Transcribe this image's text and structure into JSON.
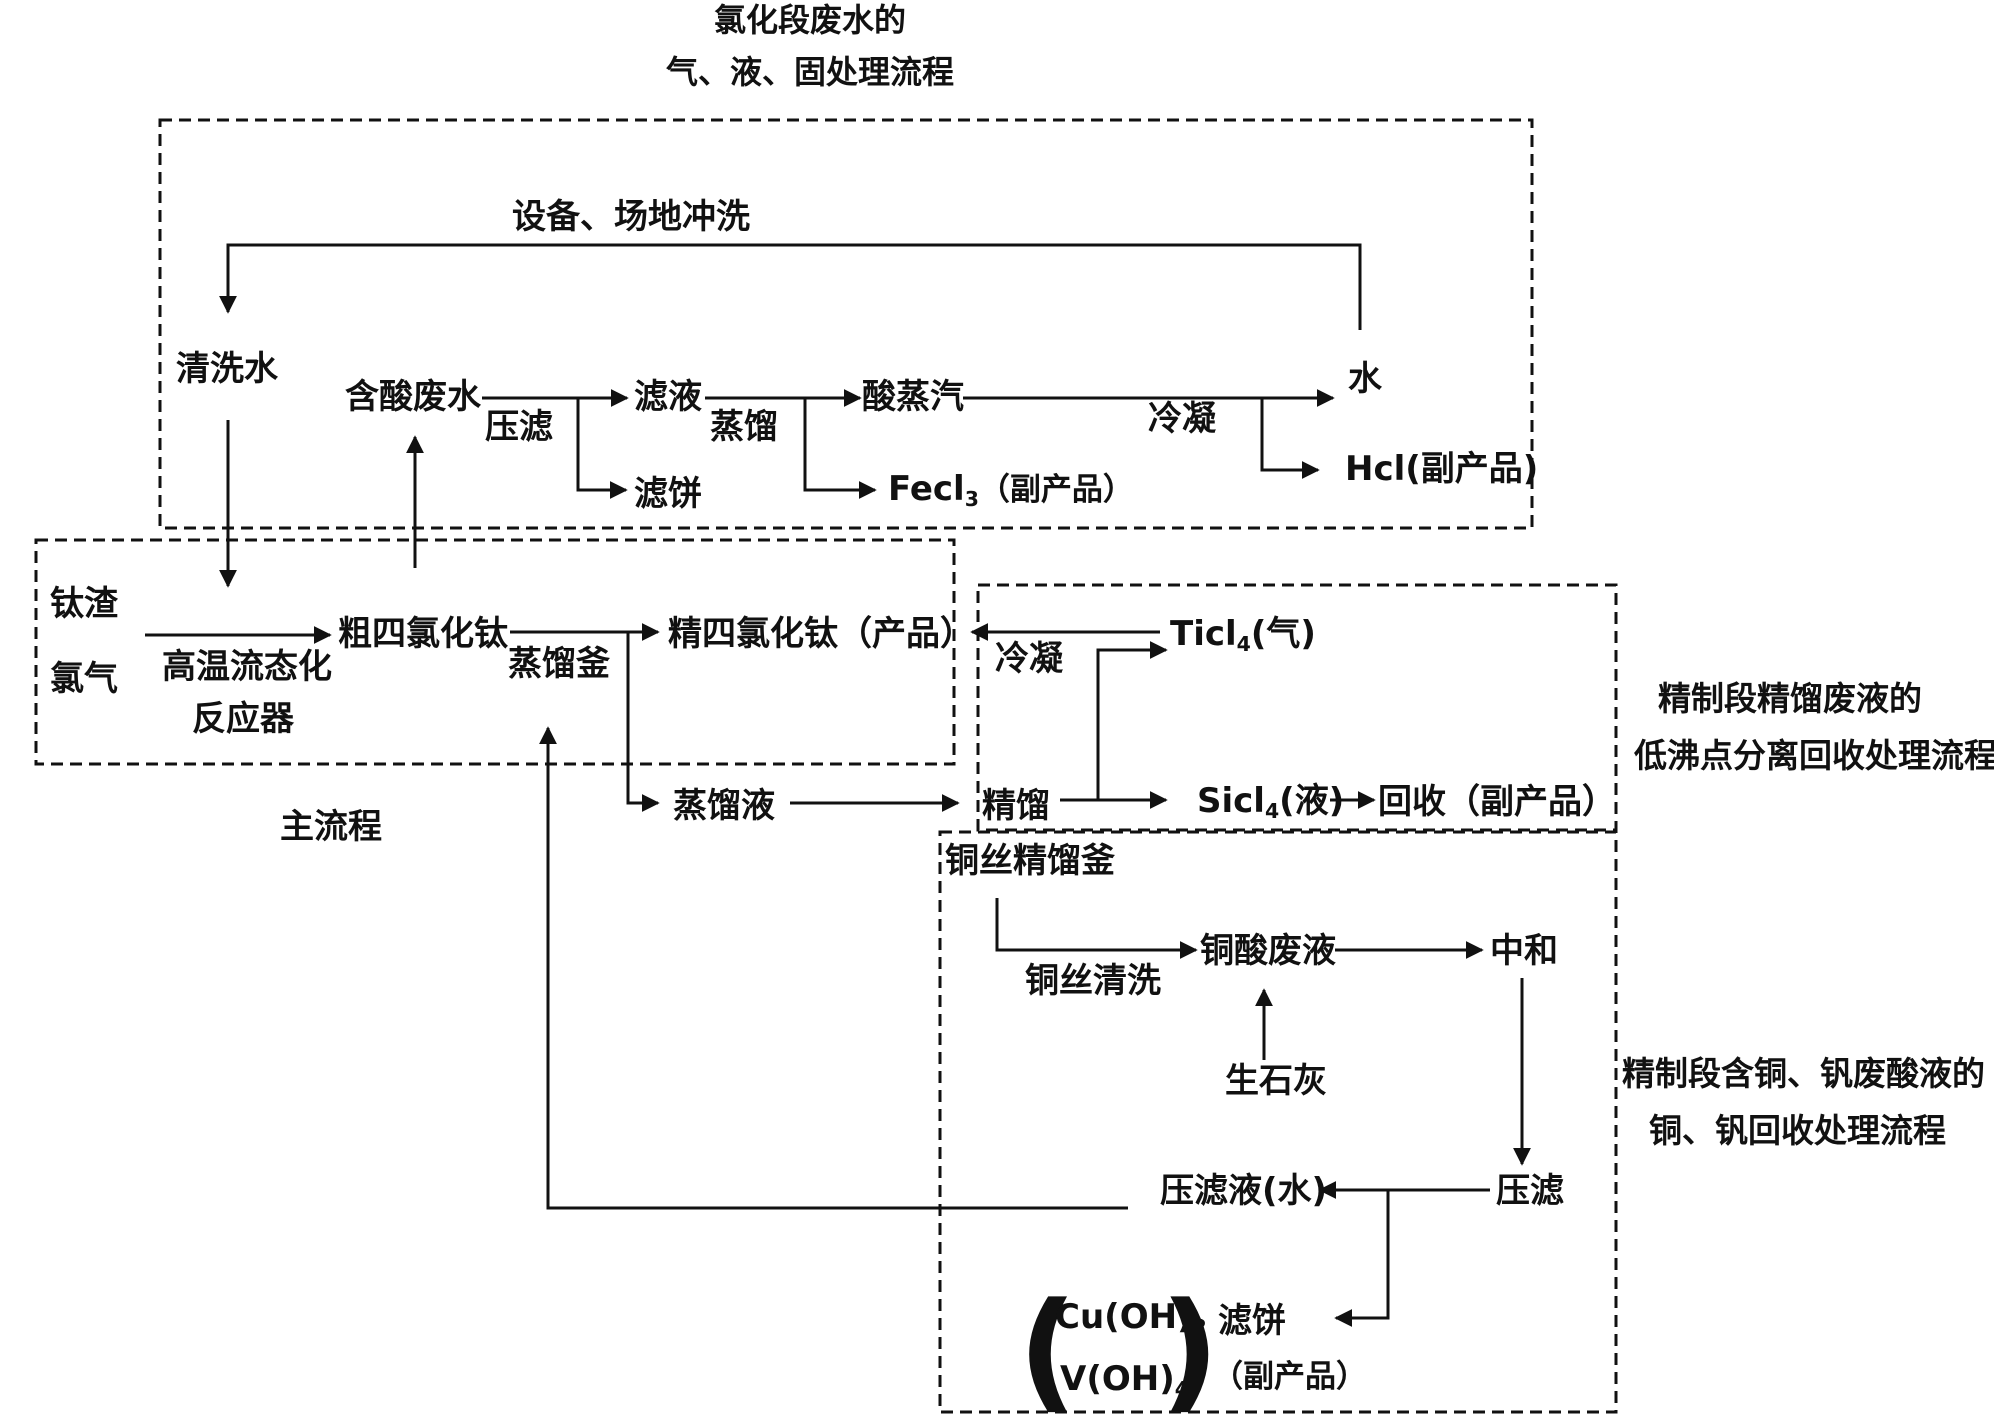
{
  "titles": {
    "chlorination_line1": "氯化段废水的",
    "chlorination_line2": "气、液、固处理流程",
    "main_flow": "主流程",
    "low_boiling_line1": "精制段精馏废液的",
    "low_boiling_line2": "低沸点分离回收处理流程",
    "cu_v_line1": "精制段含铜、钒废酸液的",
    "cu_v_line2": "铜、钒回收处理流程"
  },
  "nodes": {
    "equipment_flush": "设备、场地冲洗",
    "wash_water": "清洗水",
    "acid_wastewater": "含酸废水",
    "press_filter_1": "压滤",
    "filtrate": "滤液",
    "distill_1": "蒸馏",
    "acid_vapor": "酸蒸汽",
    "condense_1": "冷凝",
    "water": "水",
    "filter_cake_1": "滤饼",
    "fecl3": "Fecl",
    "fecl3_sub": "3",
    "fecl3_note": "（副产品）",
    "hcl": "Hcl(副产品)",
    "titanium_slag": "钛渣",
    "chlorine": "氯气",
    "reactor_line1": "高温流态化",
    "reactor_line2": "反应器",
    "crude_ticl4": "粗四氯化钛",
    "still": "蒸馏釜",
    "refined_ticl4": "精四氯化钛（产品）",
    "condense_2": "冷凝",
    "ticl4_gas": "Ticl",
    "ticl4_gas_sub": "4",
    "ticl4_gas_note": "(气)",
    "distillate": "蒸馏液",
    "rectify": "精馏",
    "sicl4": "Sicl",
    "sicl4_sub": "4",
    "sicl4_note": "(液)",
    "recover": "回收（副产品）",
    "cu_wire_still": "铜丝精馏釜",
    "cu_wire_wash": "铜丝清洗",
    "cu_acid_waste": "铜酸废液",
    "neutralize": "中和",
    "quicklime": "生石灰",
    "press_filter_2": "压滤",
    "press_filtrate": "压滤液(水)",
    "filter_cake_2": "滤饼",
    "byproduct_note": "（副产品）",
    "cu_oh2": "Cu(OH)",
    "cu_oh2_sub": "2",
    "v_oh4": "V(OH)",
    "v_oh4_sub": "4",
    "paren_left": "(",
    "paren_right": ")"
  },
  "colors": {
    "ink": "#111111",
    "background": "#ffffff"
  }
}
